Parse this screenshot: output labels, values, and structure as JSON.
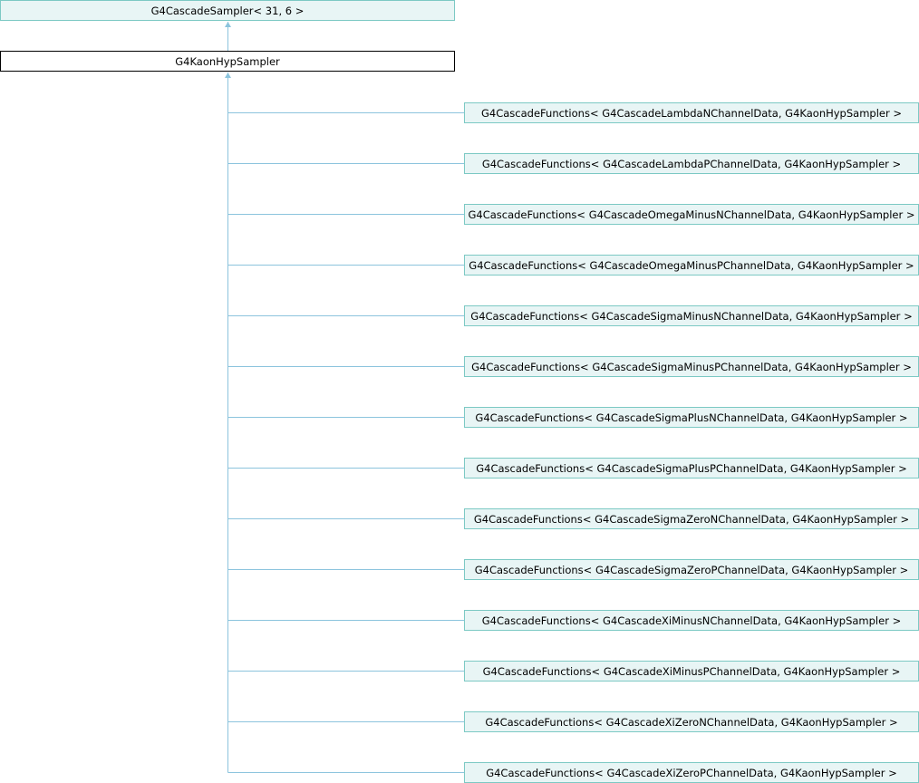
{
  "base_class": "G4CascadeSampler< 31, 6 >",
  "current_class": "G4KaonHypSampler",
  "derived_classes": [
    "G4CascadeFunctions< G4CascadeLambdaNChannelData, G4KaonHypSampler >",
    "G4CascadeFunctions< G4CascadeLambdaPChannelData, G4KaonHypSampler >",
    "G4CascadeFunctions< G4CascadeOmegaMinusNChannelData, G4KaonHypSampler >",
    "G4CascadeFunctions< G4CascadeOmegaMinusPChannelData, G4KaonHypSampler >",
    "G4CascadeFunctions< G4CascadeSigmaMinusNChannelData, G4KaonHypSampler >",
    "G4CascadeFunctions< G4CascadeSigmaMinusPChannelData, G4KaonHypSampler >",
    "G4CascadeFunctions< G4CascadeSigmaPlusNChannelData, G4KaonHypSampler >",
    "G4CascadeFunctions< G4CascadeSigmaPlusPChannelData, G4KaonHypSampler >",
    "G4CascadeFunctions< G4CascadeSigmaZeroNChannelData, G4KaonHypSampler >",
    "G4CascadeFunctions< G4CascadeSigmaZeroPChannelData, G4KaonHypSampler >",
    "G4CascadeFunctions< G4CascadeXiMinusNChannelData, G4KaonHypSampler >",
    "G4CascadeFunctions< G4CascadeXiMinusPChannelData, G4KaonHypSampler >",
    "G4CascadeFunctions< G4CascadeXiZeroNChannelData, G4KaonHypSampler >",
    "G4CascadeFunctions< G4CascadeXiZeroPChannelData, G4KaonHypSampler >"
  ],
  "colors": {
    "edge": "#8cc4dd",
    "node_fill": "#e8f5f5",
    "node_border": "#7cc9c4"
  }
}
